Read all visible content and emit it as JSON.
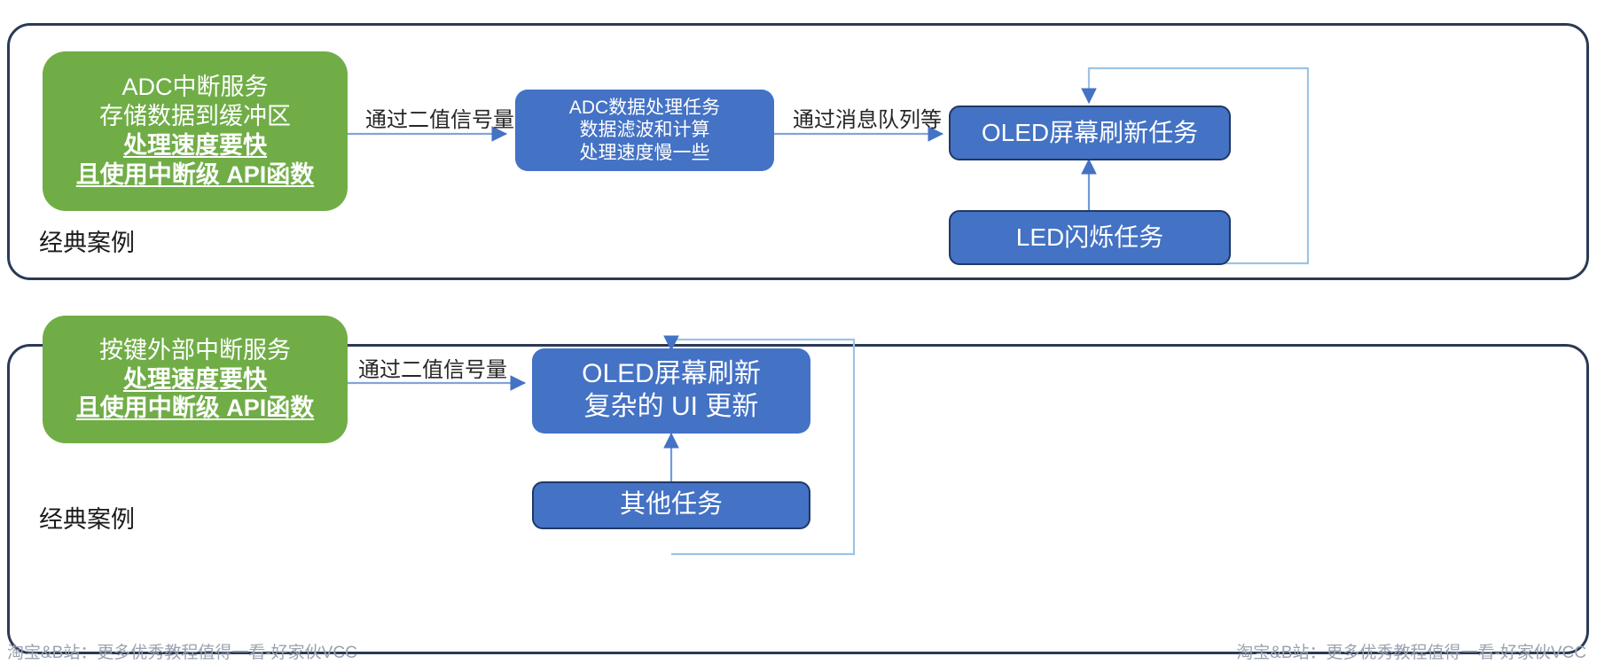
{
  "diagram": {
    "title_present": false,
    "colors": {
      "green_box": "#70AD47",
      "blue_box": "#4472C4",
      "blue_box_border": "#203864",
      "panel_border": "#2B3A55",
      "arrow_dark": "#4472C4",
      "arrow_light": "#9DC3E6",
      "text_dark": "#262626",
      "watermark": "#9AA3B0"
    },
    "panels": [
      {
        "id": "top",
        "caption": "经典案例",
        "nodes": [
          {
            "id": "adc-isr",
            "kind": "green",
            "lines": [
              {
                "text": "ADC中断服务",
                "emphasis": false
              },
              {
                "text": "存储数据到缓冲区",
                "emphasis": false
              },
              {
                "text": "处理速度要快",
                "emphasis": true
              },
              {
                "text": "且使用中断级 API函数",
                "emphasis": true
              }
            ]
          },
          {
            "id": "adc-process-task",
            "kind": "blue",
            "lines": [
              {
                "text": "ADC数据处理任务",
                "emphasis": false
              },
              {
                "text": "数据滤波和计算",
                "emphasis": false
              },
              {
                "text": "处理速度慢一些",
                "emphasis": false
              }
            ]
          },
          {
            "id": "oled-refresh-task",
            "kind": "blue",
            "lines": [
              {
                "text": "OLED屏幕刷新任务",
                "emphasis": false
              }
            ]
          },
          {
            "id": "led-blink-task",
            "kind": "blue",
            "lines": [
              {
                "text": "LED闪烁任务",
                "emphasis": false
              }
            ]
          }
        ],
        "edges": [
          {
            "id": "edge-semaphore-top",
            "label": "通过二值信号量",
            "from": "adc-isr",
            "to": "adc-process-task"
          },
          {
            "id": "edge-queue-top",
            "label": "通过消息队列等",
            "from": "adc-process-task",
            "to": "oled-refresh-task"
          },
          {
            "id": "edge-led-to-oled",
            "label": "",
            "from": "led-blink-task",
            "to": "oled-refresh-task"
          },
          {
            "id": "edge-loop-top",
            "label": "",
            "from": "led-blink-task",
            "to": "oled-refresh-task"
          }
        ]
      },
      {
        "id": "bottom",
        "caption": "经典案例",
        "nodes": [
          {
            "id": "key-exti-isr",
            "kind": "green",
            "lines": [
              {
                "text": "按键外部中断服务",
                "emphasis": false
              },
              {
                "text": "处理速度要快",
                "emphasis": true
              },
              {
                "text": "且使用中断级 API函数",
                "emphasis": true
              }
            ]
          },
          {
            "id": "oled-ui-task",
            "kind": "blue",
            "lines": [
              {
                "text": "OLED屏幕刷新",
                "emphasis": false
              },
              {
                "text": "复杂的 UI 更新",
                "emphasis": false
              }
            ]
          },
          {
            "id": "other-task",
            "kind": "blue",
            "lines": [
              {
                "text": "其他任务",
                "emphasis": false
              }
            ]
          }
        ],
        "edges": [
          {
            "id": "edge-semaphore-bottom",
            "label": "通过二值信号量",
            "from": "key-exti-isr",
            "to": "oled-ui-task"
          },
          {
            "id": "edge-other-to-oled",
            "label": "",
            "from": "other-task",
            "to": "oled-ui-task"
          },
          {
            "id": "edge-loop-bottom",
            "label": "",
            "from": "other-task",
            "to": "oled-ui-task"
          }
        ]
      }
    ],
    "watermarks": [
      {
        "id": "left",
        "text": "淘宝&B站：更多优秀教程值得一看-好家伙VCC"
      },
      {
        "id": "right",
        "text": "淘宝&B站：更多优秀教程值得一看-好家伙VCC"
      }
    ]
  }
}
